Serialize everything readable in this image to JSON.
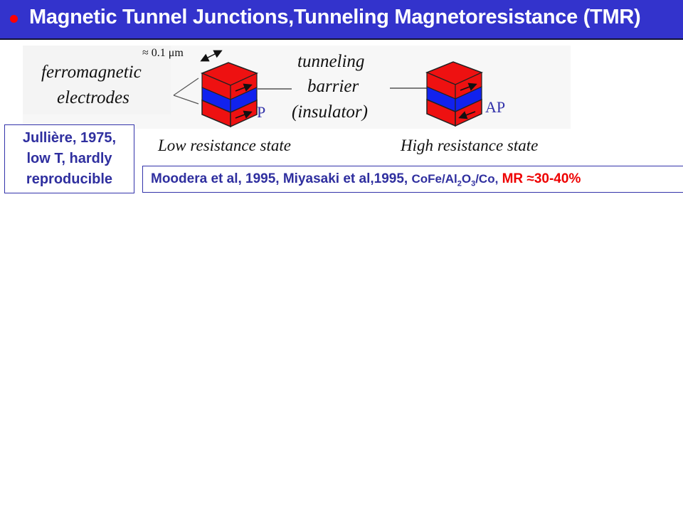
{
  "slide": {
    "title": "Magnetic Tunnel Junctions,Tunneling Magnetoresistance (TMR)",
    "colors": {
      "title_bar": "#3333cc",
      "bullet": "#ff0000",
      "text_blue": "#2f2f9f",
      "highlight_red": "#ee0000",
      "layer_red": "#ee1111",
      "layer_blue": "#1122ee"
    }
  },
  "diagram": {
    "size_label": "≈ 0.1 μm",
    "electrodes_label": [
      "ferromagnetic",
      "electrodes"
    ],
    "barrier_label": [
      "tunneling",
      "barrier",
      "(insulator)"
    ],
    "junction_p": {
      "label": "P",
      "state": "Low resistance state",
      "top_arrow": "right",
      "bottom_arrow": "right"
    },
    "junction_ap": {
      "label": "AP",
      "state": "High resistance state",
      "top_arrow": "right",
      "bottom_arrow": "left"
    }
  },
  "notes": {
    "julliere": [
      "Jullière, 1975,",
      "low T, hardly",
      "reproducible"
    ],
    "moodera": {
      "authors": "Moodera et al, 1995,  Miyasaki et al,1995,",
      "material_pre": "CoFe/Al",
      "sub1": "2",
      "material_mid": "O",
      "sub2": "3",
      "material_post": "/Co,",
      "mr": "MR ≈30-40%"
    }
  }
}
